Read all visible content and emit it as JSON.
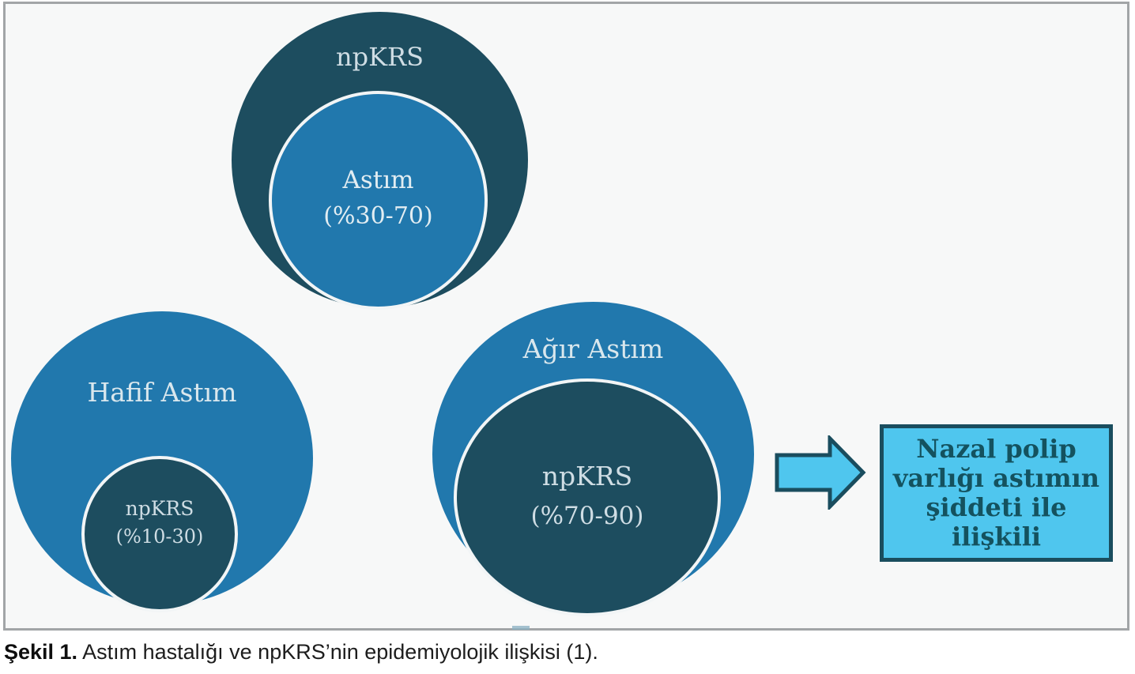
{
  "figure": {
    "groups": {
      "top": {
        "outer_label": "npKRS",
        "inner_label_line1": "Astım",
        "inner_label_line2": "(%30-70)"
      },
      "left": {
        "outer_label": "Hafif Astım",
        "inner_label_line1": "npKRS",
        "inner_label_line2": "(%10-30)"
      },
      "right": {
        "outer_label": "Ağır Astım",
        "inner_label_line1": "npKRS",
        "inner_label_line2": "(%70-90)"
      }
    },
    "conclusion_box": {
      "lines": [
        "Nazal polip",
        "varlığı astımın",
        "şiddeti ile ilişkili"
      ]
    },
    "colors": {
      "dark_teal": "#1d4d5f",
      "medium_blue": "#2178ad",
      "cyan_fill": "#4fc6ee",
      "outline_teal": "#1a4d5e",
      "ring_white": "#f2f5f6",
      "frame_border": "#a2a5a7"
    }
  },
  "caption": {
    "label": "Şekil 1.",
    "text": " Astım hastalığı ve npKRS’nin epidemiyolojik ilişkisi (1)."
  }
}
